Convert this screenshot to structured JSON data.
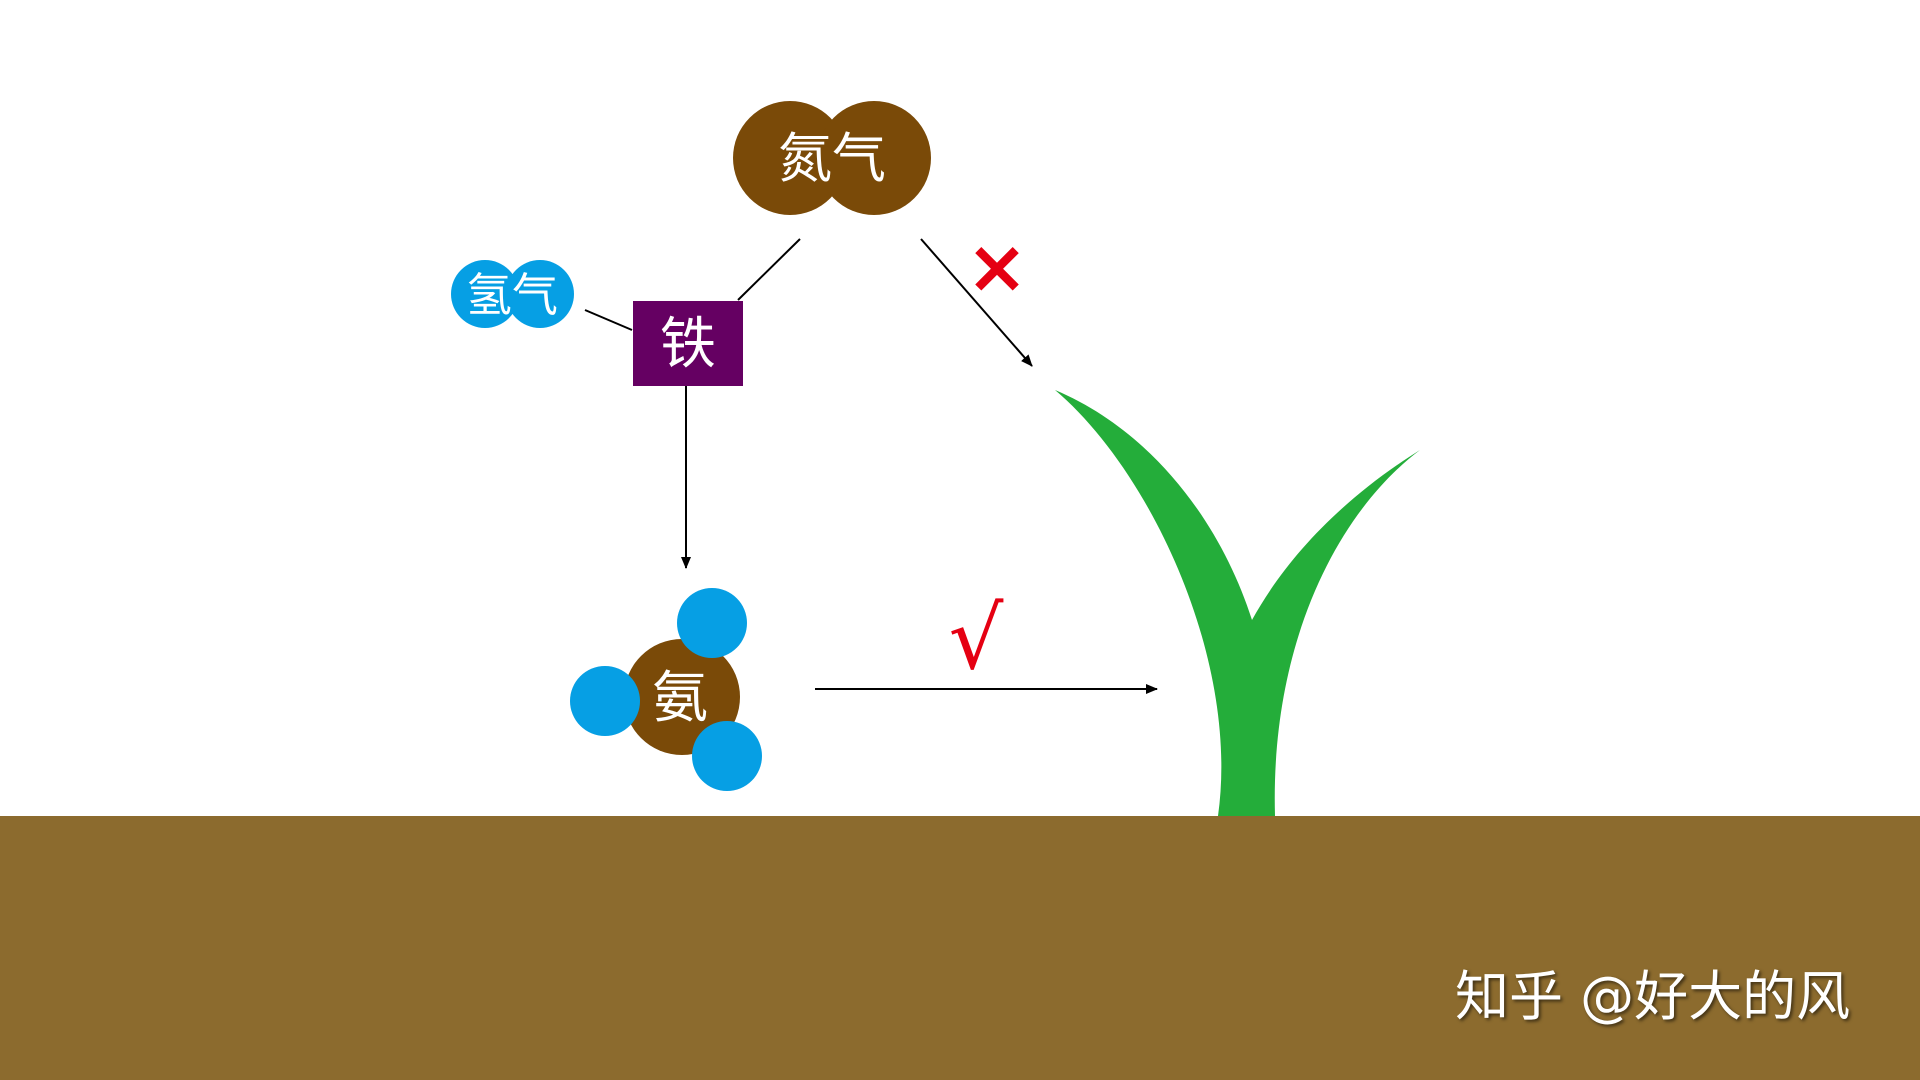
{
  "colors": {
    "nitrogen_atom": "#7a4a08",
    "hydrogen_atom": "#069fe4",
    "iron_box": "#650062",
    "plant": "#24ad3a",
    "soil": "#8c6b2e",
    "arrow": "#000000",
    "mark": "#e50012",
    "label_text": "#ffffff"
  },
  "nodes": {
    "nitrogen_gas": {
      "label": "氮气"
    },
    "hydrogen_gas": {
      "label": "氢气"
    },
    "iron": {
      "label": "铁"
    },
    "ammonia": {
      "label": "氨"
    }
  },
  "marks": {
    "cross": "×",
    "check": "√"
  },
  "icons": {
    "plant": "sprout-icon",
    "soil": "soil-ground"
  },
  "watermark": "知乎 @好大的风"
}
